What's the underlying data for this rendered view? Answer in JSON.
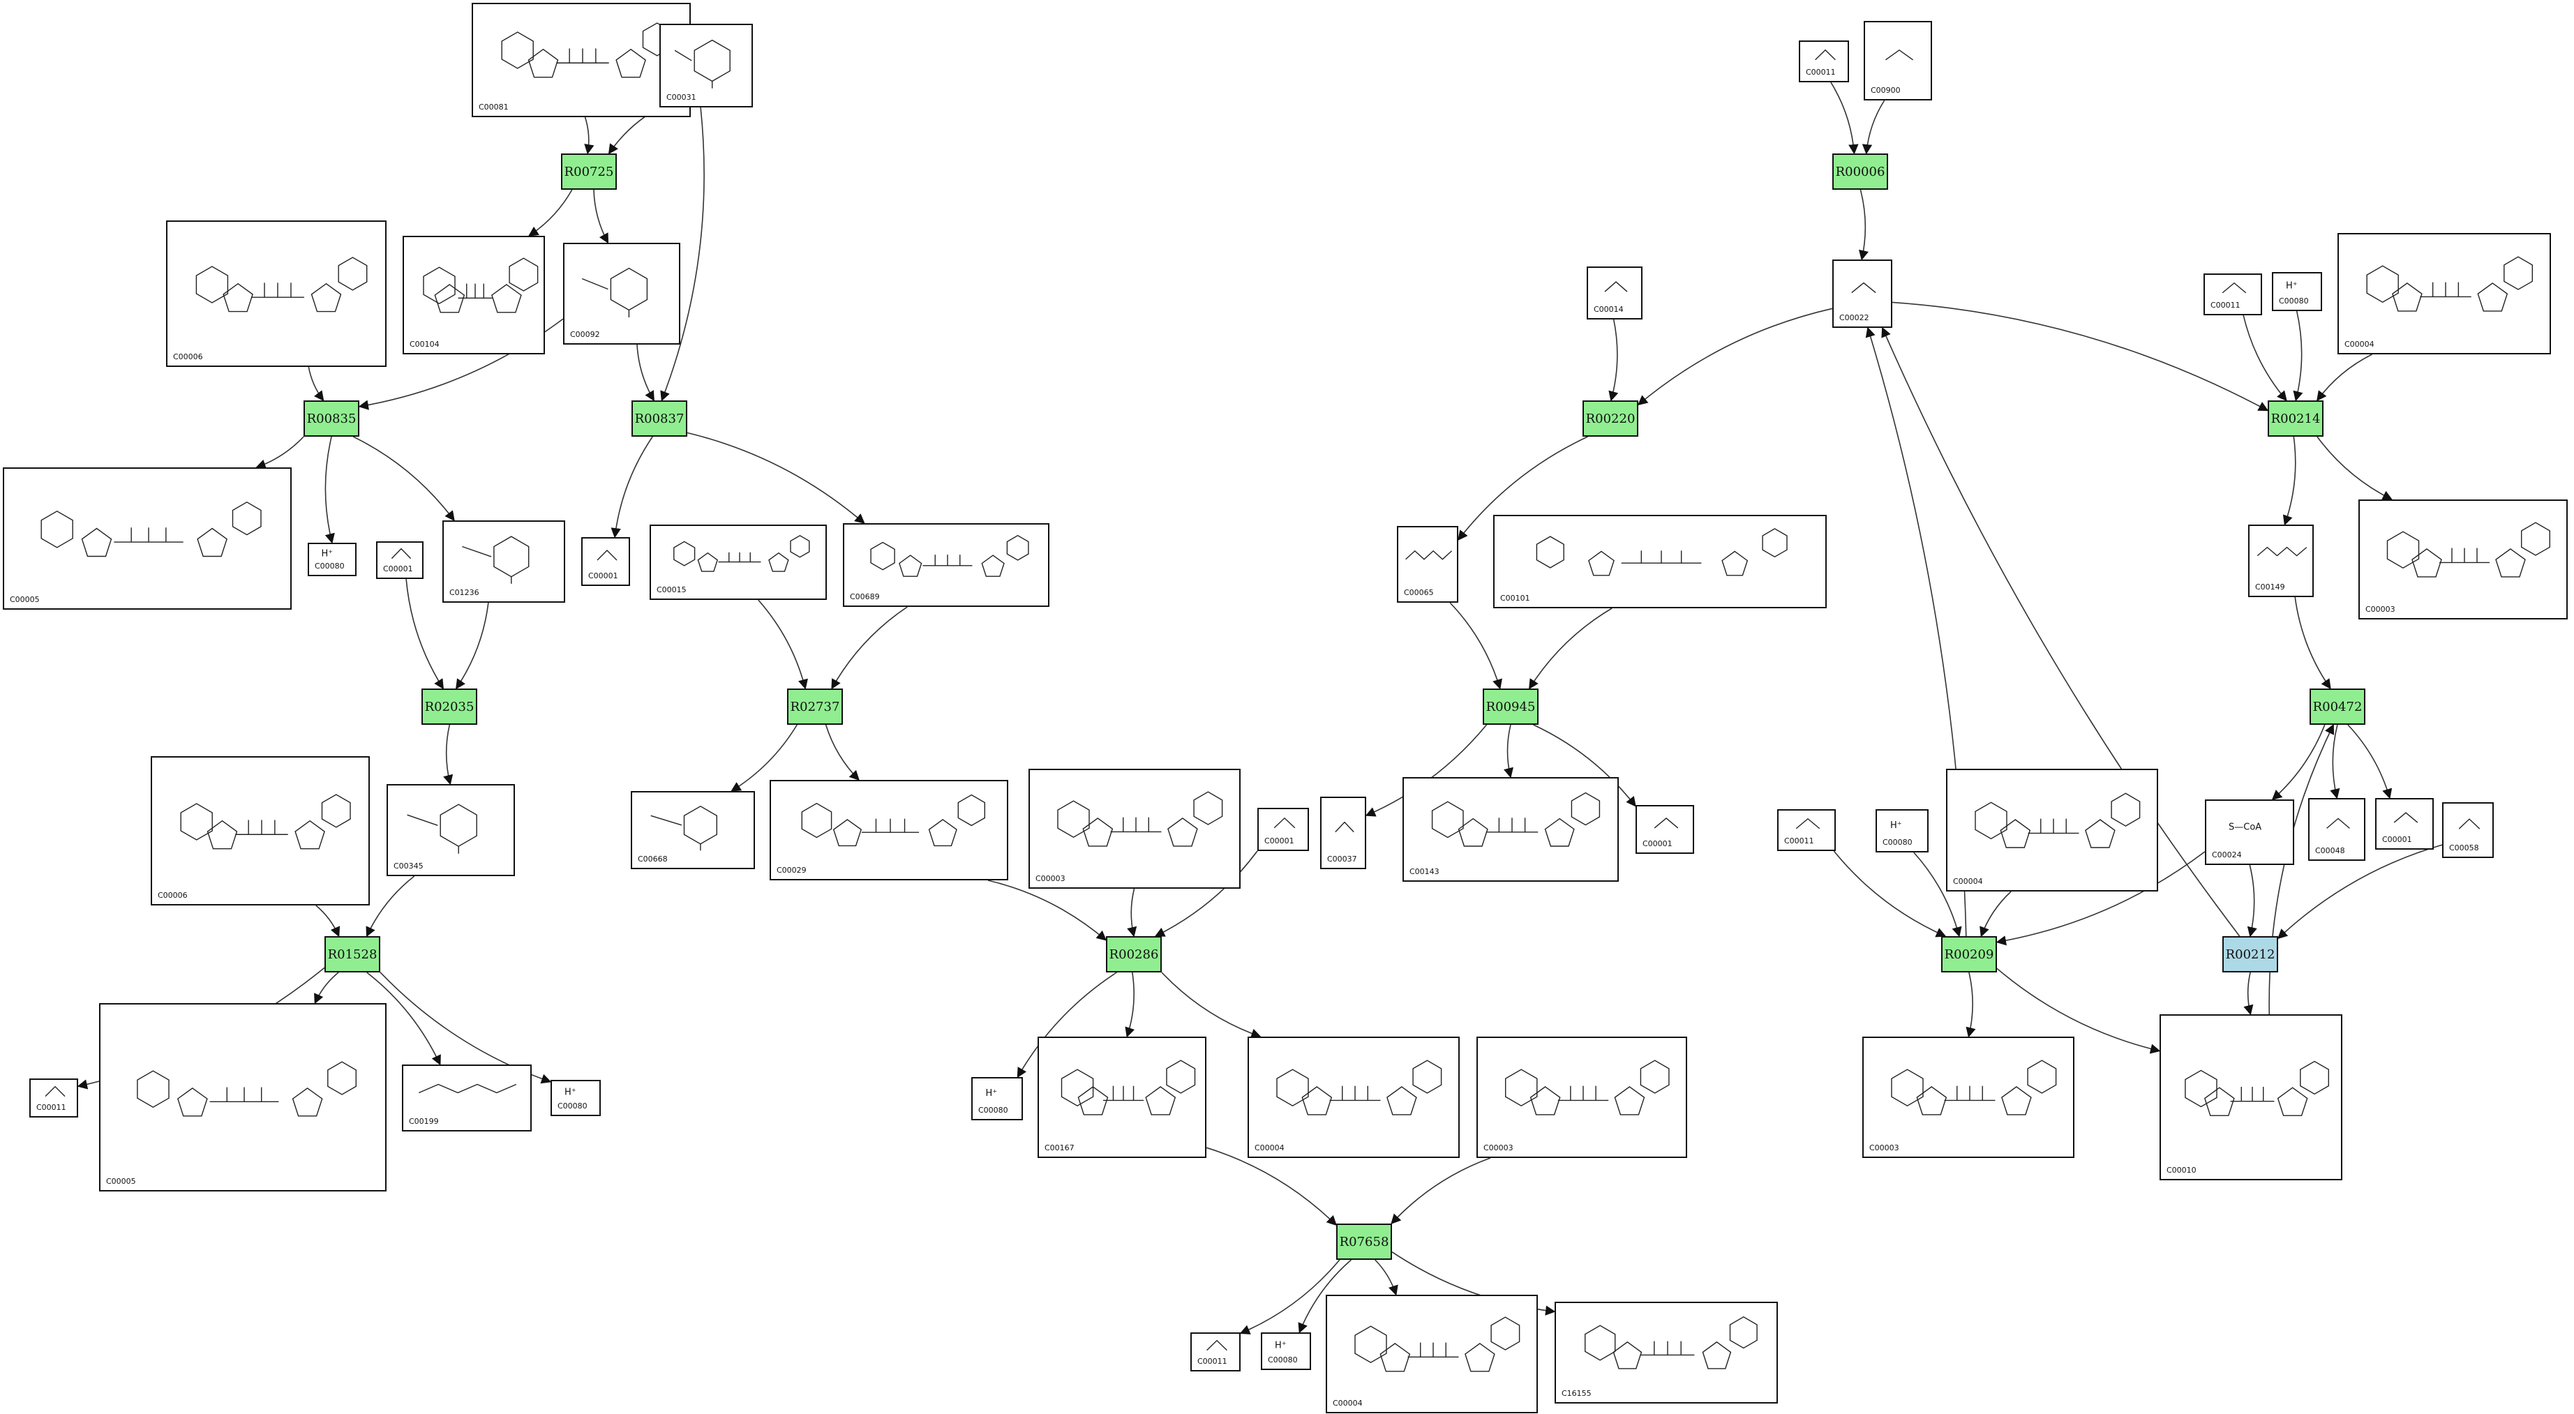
{
  "colors": {
    "reaction": "#90ee90",
    "reaction_alt": "#add8e6",
    "compound": "#ffffff",
    "edge": "#333333"
  },
  "reactions": [
    {
      "id": "R00725",
      "label": "R00725"
    },
    {
      "id": "R00835",
      "label": "R00835"
    },
    {
      "id": "R00837",
      "label": "R00837"
    },
    {
      "id": "R02035",
      "label": "R02035"
    },
    {
      "id": "R02737",
      "label": "R02737"
    },
    {
      "id": "R01528",
      "label": "R01528"
    },
    {
      "id": "R00286",
      "label": "R00286"
    },
    {
      "id": "R07658",
      "label": "R07658"
    },
    {
      "id": "R00006",
      "label": "R00006"
    },
    {
      "id": "R00220",
      "label": "R00220"
    },
    {
      "id": "R00214",
      "label": "R00214"
    },
    {
      "id": "R00945",
      "label": "R00945"
    },
    {
      "id": "R00472",
      "label": "R00472"
    },
    {
      "id": "R00209",
      "label": "R00209"
    },
    {
      "id": "R00212",
      "label": "R00212"
    }
  ],
  "compounds": [
    {
      "id": "n1",
      "label": "C00081",
      "structure": "large"
    },
    {
      "id": "n2",
      "label": "C00031",
      "structure": "ring"
    },
    {
      "id": "n3",
      "label": "C00006",
      "structure": "large"
    },
    {
      "id": "n4",
      "label": "C00104",
      "structure": "large"
    },
    {
      "id": "n5",
      "label": "C00092",
      "structure": "ring"
    },
    {
      "id": "n6",
      "label": "C00005",
      "structure": "large"
    },
    {
      "id": "n7",
      "label": "C00080",
      "structure": "text",
      "formula": "H⁺"
    },
    {
      "id": "n8",
      "label": "C00001",
      "structure": "small"
    },
    {
      "id": "n9",
      "label": "C01236",
      "structure": "ring"
    },
    {
      "id": "n10",
      "label": "C00001",
      "structure": "small"
    },
    {
      "id": "n11",
      "label": "C00015",
      "structure": "large"
    },
    {
      "id": "n12",
      "label": "C00689",
      "structure": "large"
    },
    {
      "id": "n13",
      "label": "C00006",
      "structure": "large"
    },
    {
      "id": "n14",
      "label": "C00345",
      "structure": "ring"
    },
    {
      "id": "n15",
      "label": "C00668",
      "structure": "ring"
    },
    {
      "id": "n16",
      "label": "C00029",
      "structure": "large"
    },
    {
      "id": "n17",
      "label": "C00003",
      "structure": "large"
    },
    {
      "id": "n18",
      "label": "C00001",
      "structure": "small"
    },
    {
      "id": "n19",
      "label": "C00011",
      "structure": "small"
    },
    {
      "id": "n20",
      "label": "C00005",
      "structure": "large"
    },
    {
      "id": "n21",
      "label": "C00199",
      "structure": "chain"
    },
    {
      "id": "n22",
      "label": "C00080",
      "structure": "text",
      "formula": "H⁺"
    },
    {
      "id": "n23",
      "label": "C00080",
      "structure": "text",
      "formula": "H⁺"
    },
    {
      "id": "n24",
      "label": "C00167",
      "structure": "large"
    },
    {
      "id": "n25",
      "label": "C00004",
      "structure": "large"
    },
    {
      "id": "n26",
      "label": "C00003",
      "structure": "large"
    },
    {
      "id": "n27",
      "label": "C00011",
      "structure": "small"
    },
    {
      "id": "n28",
      "label": "C00080",
      "structure": "text",
      "formula": "H⁺"
    },
    {
      "id": "n29",
      "label": "C00004",
      "structure": "large"
    },
    {
      "id": "n30",
      "label": "C16155",
      "structure": "large"
    },
    {
      "id": "n31",
      "label": "C00011",
      "structure": "small"
    },
    {
      "id": "n32",
      "label": "C00900",
      "structure": "small"
    },
    {
      "id": "n33",
      "label": "C00022",
      "structure": "small"
    },
    {
      "id": "n34",
      "label": "C00014",
      "structure": "small"
    },
    {
      "id": "n35",
      "label": "C00011",
      "structure": "small"
    },
    {
      "id": "n36",
      "label": "C00080",
      "structure": "text",
      "formula": "H⁺"
    },
    {
      "id": "n37",
      "label": "C00004",
      "structure": "large"
    },
    {
      "id": "n38",
      "label": "C00065",
      "structure": "chain"
    },
    {
      "id": "n39",
      "label": "C00101",
      "structure": "large"
    },
    {
      "id": "n40",
      "label": "C00149",
      "structure": "chain"
    },
    {
      "id": "n41",
      "label": "C00003",
      "structure": "large"
    },
    {
      "id": "n42",
      "label": "C00037",
      "structure": "small"
    },
    {
      "id": "n43",
      "label": "C00143",
      "structure": "large"
    },
    {
      "id": "n44",
      "label": "C00001",
      "structure": "small"
    },
    {
      "id": "n45",
      "label": "C00011",
      "structure": "small"
    },
    {
      "id": "n46",
      "label": "C00080",
      "structure": "text",
      "formula": "H⁺"
    },
    {
      "id": "n47",
      "label": "C00004",
      "structure": "large"
    },
    {
      "id": "n48",
      "label": "C00024",
      "structure": "text",
      "formula": "S—CoA"
    },
    {
      "id": "n49",
      "label": "C00048",
      "structure": "small"
    },
    {
      "id": "n50",
      "label": "C00001",
      "structure": "small"
    },
    {
      "id": "n51",
      "label": "C00058",
      "structure": "small"
    },
    {
      "id": "n52",
      "label": "C00003",
      "structure": "large"
    },
    {
      "id": "n53",
      "label": "C00010",
      "structure": "large"
    }
  ],
  "edges": [
    [
      "n1",
      "R00725"
    ],
    [
      "n2",
      "R00725"
    ],
    [
      "R00725",
      "n4"
    ],
    [
      "R00725",
      "n5"
    ],
    [
      "n2",
      "R00837"
    ],
    [
      "n3",
      "R00835"
    ],
    [
      "n5",
      "R00835"
    ],
    [
      "n5",
      "R00837"
    ],
    [
      "R00835",
      "n6"
    ],
    [
      "R00835",
      "n7"
    ],
    [
      "R00835",
      "n9"
    ],
    [
      "R00837",
      "n10"
    ],
    [
      "R00837",
      "n12"
    ],
    [
      "n8",
      "R02035"
    ],
    [
      "n9",
      "R02035"
    ],
    [
      "R02035",
      "n14"
    ],
    [
      "n11",
      "R02737"
    ],
    [
      "n12",
      "R02737"
    ],
    [
      "R02737",
      "n15"
    ],
    [
      "R02737",
      "n16"
    ],
    [
      "n13",
      "R01528"
    ],
    [
      "n14",
      "R01528"
    ],
    [
      "R01528",
      "n19"
    ],
    [
      "R01528",
      "n20"
    ],
    [
      "R01528",
      "n21"
    ],
    [
      "R01528",
      "n22"
    ],
    [
      "n16",
      "R00286"
    ],
    [
      "n17",
      "R00286"
    ],
    [
      "n18",
      "R00286"
    ],
    [
      "R00286",
      "n23"
    ],
    [
      "R00286",
      "n24"
    ],
    [
      "R00286",
      "n25"
    ],
    [
      "n24",
      "R07658"
    ],
    [
      "n26",
      "R07658"
    ],
    [
      "R07658",
      "n27"
    ],
    [
      "R07658",
      "n28"
    ],
    [
      "R07658",
      "n29"
    ],
    [
      "R07658",
      "n30"
    ],
    [
      "n31",
      "R00006"
    ],
    [
      "n32",
      "R00006"
    ],
    [
      "R00006",
      "n33"
    ],
    [
      "n33",
      "R00220"
    ],
    [
      "n34",
      "R00220"
    ],
    [
      "R00220",
      "n38"
    ],
    [
      "n33",
      "R00214"
    ],
    [
      "n35",
      "R00214"
    ],
    [
      "n36",
      "R00214"
    ],
    [
      "n37",
      "R00214"
    ],
    [
      "R00214",
      "n40"
    ],
    [
      "R00214",
      "n41"
    ],
    [
      "n38",
      "R00945"
    ],
    [
      "n39",
      "R00945"
    ],
    [
      "R00945",
      "n42"
    ],
    [
      "R00945",
      "n43"
    ],
    [
      "R00945",
      "n44"
    ],
    [
      "n40",
      "R00472"
    ],
    [
      "R00472",
      "n48"
    ],
    [
      "R00472",
      "n49"
    ],
    [
      "R00472",
      "n50"
    ],
    [
      "n45",
      "R00209"
    ],
    [
      "n46",
      "R00209"
    ],
    [
      "n47",
      "R00209"
    ],
    [
      "n48",
      "R00209"
    ],
    [
      "R00209",
      "n33"
    ],
    [
      "R00209",
      "n52"
    ],
    [
      "R00209",
      "n53"
    ],
    [
      "n48",
      "R00212"
    ],
    [
      "n51",
      "R00212"
    ],
    [
      "R00212",
      "n33"
    ],
    [
      "R00212",
      "n53"
    ],
    [
      "n53",
      "R00472"
    ]
  ]
}
